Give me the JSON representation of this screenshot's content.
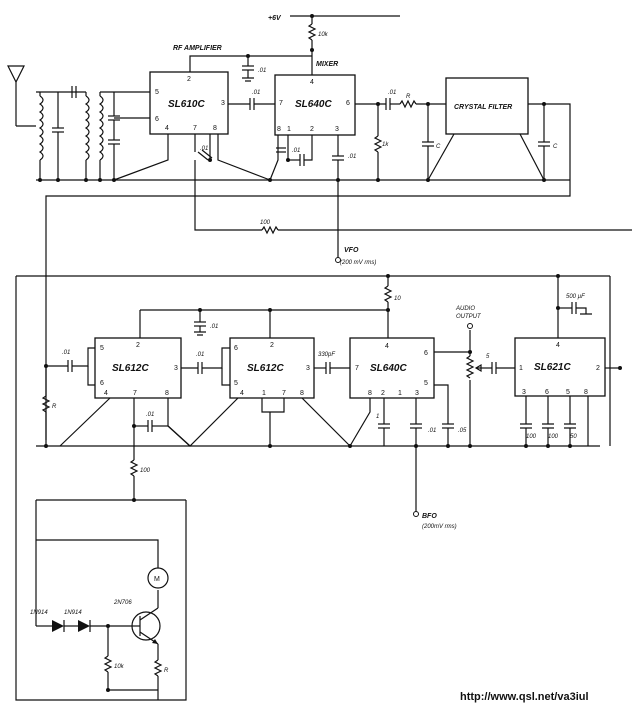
{
  "top_section": {
    "supply": "+6V",
    "rf_amplifier_label": "RF AMPLIFIER",
    "mixer_label": "MIXER",
    "ic1": "SL610C",
    "ic2": "SL640C",
    "crystal_filter": "CRYSTAL FILTER",
    "r_10k": "10k",
    "r_1k": "1k",
    "r_100": "100",
    "r_R": "R",
    "c_01": ".01",
    "c_C": "C",
    "vfo_label": "VFO",
    "vfo_level": "(200 mV rms)"
  },
  "bottom_section": {
    "ic3": "SL612C",
    "ic4": "SL612C",
    "ic5": "SL640C",
    "ic6": "SL621C",
    "audio_output": "AUDIO\nOUTPUT",
    "r_10": "10",
    "r_R": "R",
    "r_100": "100",
    "c_01": ".01",
    "c_330pf": "330pF",
    "c_05": ".05",
    "c_5": "5",
    "c_500uf": "500 µF",
    "c_100a": "100",
    "c_100b": "100",
    "c_50": "50",
    "c_1": "1",
    "bfo_label": "BFO",
    "bfo_level": "(200mV rms)"
  },
  "agc_section": {
    "diode1": "1N914",
    "diode2": "1N914",
    "transistor": "2N706",
    "meter": "M",
    "r_10k": "10k",
    "r_R": "R"
  },
  "pins": {
    "p1": "1",
    "p2": "2",
    "p3": "3",
    "p4": "4",
    "p5": "5",
    "p6": "6",
    "p7": "7",
    "p8": "8"
  },
  "footer": {
    "url": "http://www.qsl.net/va3iul"
  }
}
